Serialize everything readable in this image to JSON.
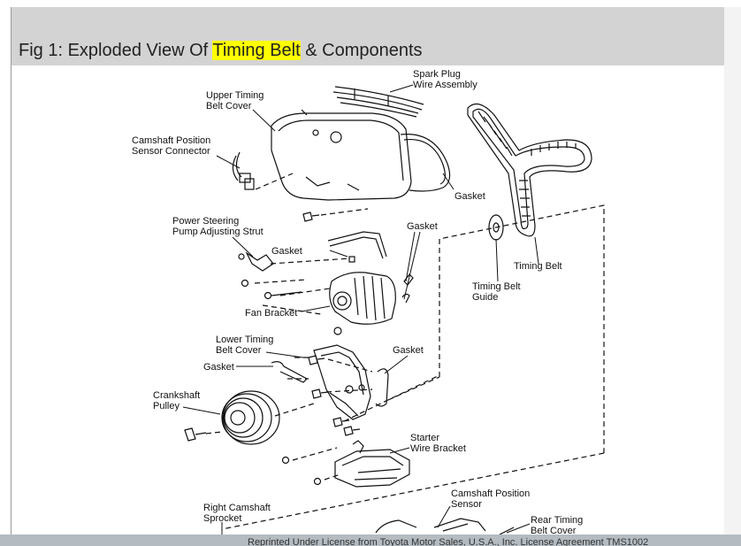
{
  "figure": {
    "title_prefix": "Fig 1: Exploded View Of ",
    "title_highlight": "Timing Belt",
    "title_suffix": " & Components",
    "highlight_color": "#ffff00"
  },
  "labels": {
    "spark_plug_1": "Spark Plug",
    "spark_plug_2": "Wire Assembly",
    "upper_cover_1": "Upper Timing",
    "upper_cover_2": "Belt Cover",
    "cam_sensor_conn_1": "Camshaft Position",
    "cam_sensor_conn_2": "Sensor Connector",
    "gasket_cover": "Gasket",
    "power_steering_1": "Power Steering",
    "power_steering_2": "Pump Adjusting Strut",
    "gasket_upper_mid": "Gasket",
    "gasket_left": "Gasket",
    "timing_belt": "Timing Belt",
    "belt_guide_1": "Timing Belt",
    "belt_guide_2": "Guide",
    "fan_bracket": "Fan Bracket",
    "lower_cover_1": "Lower Timing",
    "lower_cover_2": "Belt Cover",
    "gasket_lower_left": "Gasket",
    "gasket_lower_right": "Gasket",
    "crank_pulley_1": "Crankshaft",
    "crank_pulley_2": "Pulley",
    "starter_1": "Starter",
    "starter_2": "Wire Bracket",
    "cam_sensor_1": "Camshaft Position",
    "cam_sensor_2": "Sensor",
    "right_cam_1": "Right Camshaft",
    "right_cam_2": "Sprocket",
    "rear_cover_1": "Rear Timing",
    "rear_cover_2": "Belt Cover"
  },
  "footer": {
    "text": "Reprinted Under License from Toyota Motor Sales, U.S.A., Inc. License Agreement TMS1002"
  }
}
